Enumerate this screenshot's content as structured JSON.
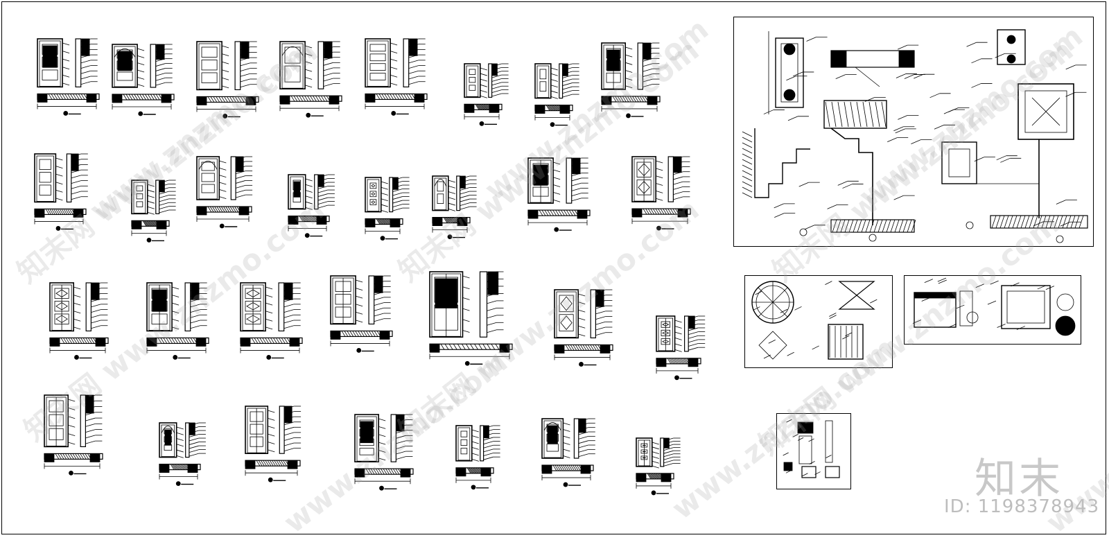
{
  "watermark": {
    "site": "www.znzmo.com",
    "brand_cn": "知末网",
    "logo_cn": "知末",
    "id_label": "ID: 1198378943"
  },
  "colors": {
    "ink": "#000000",
    "watermark": "#bdbdbd",
    "background": "#ffffff"
  },
  "sheet": {
    "drawings_row1": 8,
    "drawings_row2": 8,
    "drawings_row3": 7,
    "drawings_row4": 7,
    "detail_frames": 4
  }
}
